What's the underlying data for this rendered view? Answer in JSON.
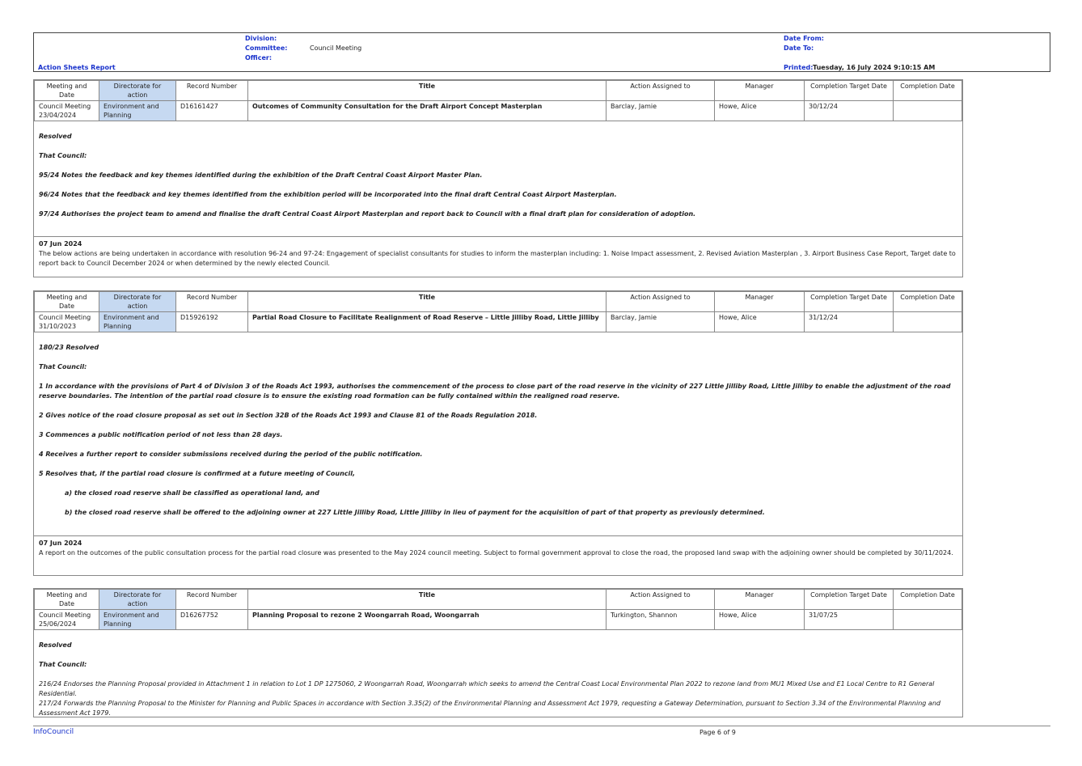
{
  "header": {
    "report_title": "Action Sheets Report",
    "division_label": "Division:",
    "committee_label": "Committee:",
    "committee_value": "Council Meeting",
    "officer_label": "Officer:",
    "date_from_label": "Date From:",
    "date_to_label": "Date To:",
    "printed_label": "Printed:",
    "printed_value": "Tuesday, 16 July 2024  9:10:15 AM"
  },
  "columns": {
    "meeting": "Meeting and Date",
    "directorate": "Directorate for action",
    "record": "Record Number",
    "title": "Title",
    "assigned": "Action Assigned to",
    "manager": "Manager",
    "target": "Completion Target Date",
    "completion": "Completion Date"
  },
  "items": [
    {
      "meeting": "Council Meeting 23/04/2024",
      "directorate": "Environment and Planning",
      "record": "D16161427",
      "title": "Outcomes of Community Consultation for the Draft Airport Concept Masterplan",
      "assigned": "Barclay, Jamie",
      "manager": "Howe, Alice",
      "target": "30/12/24",
      "completion": "",
      "lines": [
        "Resolved",
        "That Council:",
        "95/24        Notes the feedback and key themes identified during the exhibition of the Draft Central Coast Airport Master Plan.",
        "96/24        Notes that the feedback and key themes identified from the exhibition period will be incorporated into the final draft Central Coast Airport Masterplan.",
        "97/24        Authorises the project team to amend and finalise the draft Central Coast Airport Masterplan and report back to Council with a final draft plan for consideration of adoption."
      ],
      "note_date": "07 Jun 2024",
      "note_text": "The below actions are being undertaken in accordance with resolution 96-24 and 97-24: Engagement of specialist consultants for studies to inform the masterplan including: 1. Noise Impact assessment, 2. Revised Aviation Masterplan , 3. Airport Business Case Report, Target date to report back to Council December 2024 or when determined by the newly elected Council."
    },
    {
      "meeting": "Council Meeting 31/10/2023",
      "directorate": "Environment and Planning",
      "record": "D15926192",
      "title": "Partial Road Closure to Facilitate Realignment of Road Reserve – Little Jilliby Road, Little Jilliby",
      "assigned": "Barclay, Jamie",
      "manager": "Howe, Alice",
      "target": "31/12/24",
      "completion": "",
      "lines": [
        "180/23     Resolved",
        "That Council:",
        "1           In accordance with the provisions of Part 4 of Division 3 of the Roads Act 1993, authorises the commencement of the process to close part of the road reserve in the vicinity of 227 Little Jilliby Road, Little Jilliby to enable the adjustment of the road reserve boundaries.  The intention of the partial road closure is to ensure the existing road formation can be fully contained within the realigned road reserve.",
        "2           Gives notice of the road closure proposal as set out in Section 32B of the Roads Act 1993 and Clause 81 of the Roads Regulation 2018.",
        "3           Commences a public notification period of not less than 28 days.",
        "4           Receives a further report to consider submissions received during the period of the public notification.",
        "5           Resolves that, if the partial road closure is confirmed at a future meeting of Council,",
        "a)      the closed road reserve shall be classified as operational land, and",
        "b)      the closed road reserve shall be offered to the adjoining owner at 227 Little Jilliby Road, Little Jilliby in lieu of payment for the acquisition of part of that property as previously determined."
      ],
      "note_date": "07 Jun 2024",
      "note_text": "A report on the outcomes of the public consultation process for the partial road closure was presented to the May 2024 council meeting. Subject to formal government approval to close the road, the proposed land swap with the adjoining owner should be completed by 30/11/2024."
    },
    {
      "meeting": "Council Meeting 25/06/2024",
      "directorate": "Environment and Planning",
      "record": "D16267752",
      "title": "Planning Proposal to rezone 2 Woongarrah Road, Woongarrah",
      "assigned": "Turkington, Shannon",
      "manager": "Howe, Alice",
      "target": "31/07/25",
      "completion": "",
      "lines": [
        "Resolved",
        "That Council:",
        "216/24   Endorses the Planning Proposal provided in Attachment 1 in relation to Lot 1 DP 1275060, 2 Woongarrah Road, Woongarrah which seeks to amend the Central Coast Local Environmental Plan 2022 to rezone land from MU1 Mixed Use and E1 Local Centre to R1 General Residential.",
        "217/24   Forwards the Planning Proposal to the Minister for Planning and Public Spaces in accordance with Section 3.35(2) of the Environmental Planning and Assessment Act 1979, requesting a Gateway Determination, pursuant to Section 3.34 of the Environmental Planning and Assessment Act 1979."
      ]
    }
  ],
  "footer": {
    "app_name": "InfoCouncil",
    "page": "Page 6 of 9"
  }
}
